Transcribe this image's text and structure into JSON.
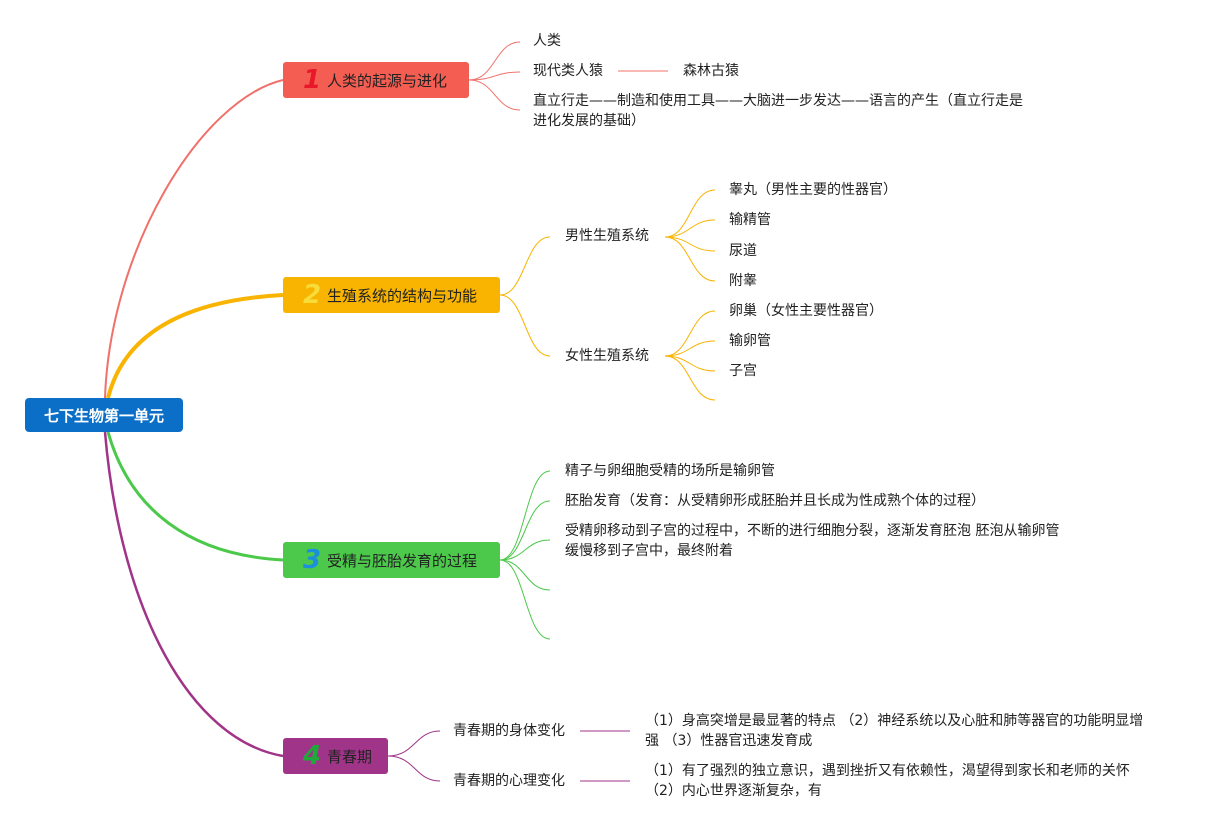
{
  "root": {
    "title": "七下生物第一单元"
  },
  "topics": [
    {
      "num": "1",
      "title": "人类的起源与进化",
      "color": "#f45d52",
      "items": [
        "人类",
        "现代类人猿",
        "直立行走——制造和使用工具——大脑进一步发达——语言的产生（直立行走是进化发展的基础）"
      ],
      "sub": {
        "parent": "现代类人猿",
        "child": "森林古猿"
      }
    },
    {
      "num": "2",
      "title": "生殖系统的结构与功能",
      "color": "#f8b400",
      "groups": [
        {
          "label": "男性生殖系统",
          "items": [
            "睾丸（男性主要的性器官）",
            "输精管",
            "尿道",
            "附睾"
          ]
        },
        {
          "label": "女性生殖系统",
          "items": [
            "卵巢（女性主要性器官）",
            "输卵管",
            "子宫",
            ""
          ]
        }
      ]
    },
    {
      "num": "3",
      "title": "受精与胚胎发育的过程",
      "color": "#4cc84b",
      "items": [
        "精子与卵细胞受精的场所是输卵管",
        "胚胎发育（发育：从受精卵形成胚胎并且长成为性成熟个体的过程）",
        "受精卵移动到子宫的过程中，不断的进行细胞分裂，逐渐发育胚泡 胚泡从输卵管缓慢移到子宫中，最终附着",
        "",
        ""
      ]
    },
    {
      "num": "4",
      "title": "青春期",
      "color": "#a03488",
      "groups": [
        {
          "label": "青春期的身体变化",
          "detail": "（1）身高突增是最显著的特点 （2）神经系统以及心脏和肺等器官的功能明显增强 （3）性器官迅速发育成"
        },
        {
          "label": "青春期的心理变化",
          "detail": "（1）有了强烈的独立意识，遇到挫折又有依赖性，渴望得到家长和老师的关怀（2）内心世界逐渐复杂，有"
        }
      ]
    }
  ]
}
